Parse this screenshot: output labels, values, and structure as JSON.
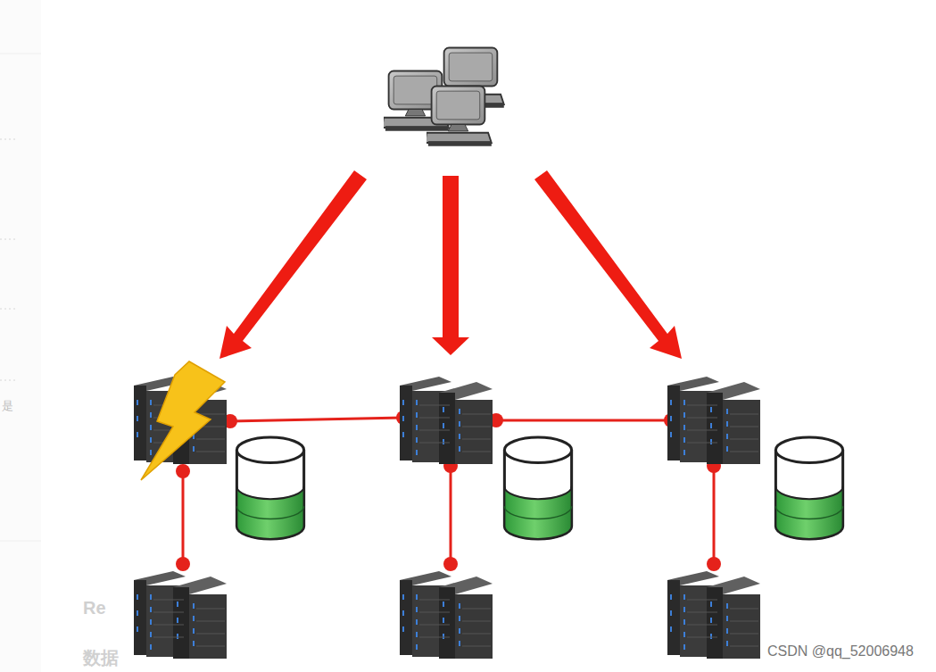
{
  "diagram": {
    "labels": [
      "CSDN @qq_52006948",
      "Re",
      "数据",
      "是"
    ]
  }
}
